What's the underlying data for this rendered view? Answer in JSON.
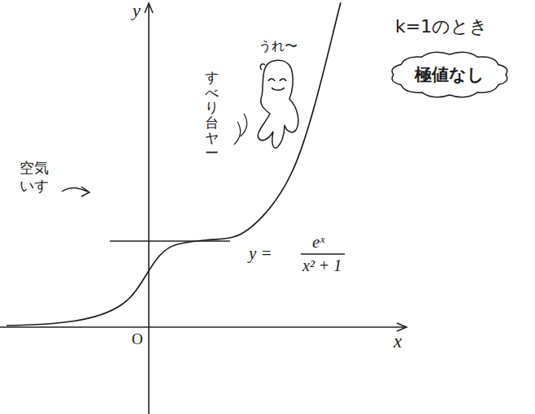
{
  "diagram": {
    "nodes": [
      {
        "text": [
          "極値なし"
        ]
      }
    ],
    "labels": [
      "y",
      "O",
      "x",
      "k=1のとき",
      "うれ〜",
      "すべり台ヤー",
      "空気 いす",
      "y =",
      "eˣ",
      "x² + 1"
    ]
  }
}
